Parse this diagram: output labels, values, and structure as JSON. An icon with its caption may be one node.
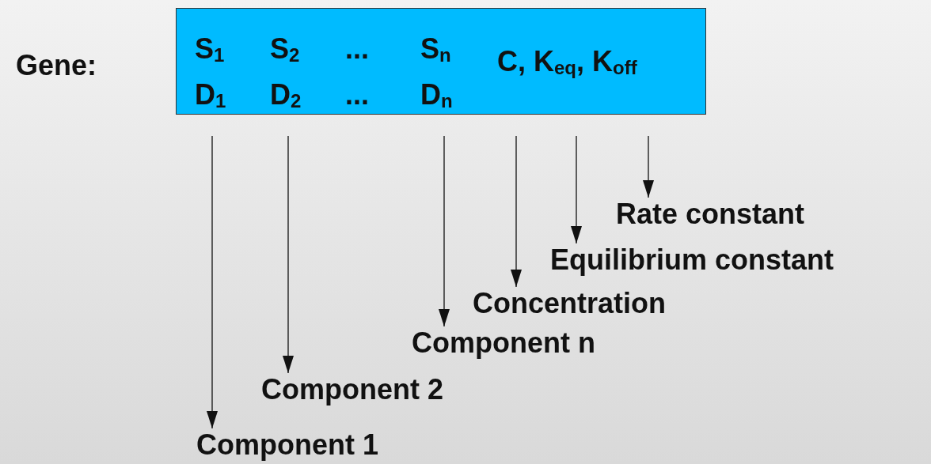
{
  "diagram": {
    "nodes": [
      {
        "text": [
          "S$_{1}$",
          "S$_{2}$",
          "...",
          "S$_{n}$",
          "C, K$_{eq}$, K$_{off}$",
          "D$_{1}$",
          "D$_{2}$",
          "...",
          "D$_{n}$"
        ],
        "beside": [
          "Gene:"
        ]
      },
      {
        "text": [
          "Rate constant"
        ]
      },
      {
        "text": [
          "Equilibrium constant"
        ]
      },
      {
        "text": [
          "Concentration"
        ]
      },
      {
        "text": [
          "Component n"
        ]
      },
      {
        "text": [
          "Component 2"
        ]
      },
      {
        "text": [
          "Component 1"
        ]
      }
    ],
    "edges": [
      {
        "from": null,
        "to": 6,
        "arrow": "to"
      },
      {
        "from": null,
        "to": 5,
        "arrow": "to"
      },
      {
        "from": null,
        "to": 4,
        "arrow": "to"
      },
      {
        "from": null,
        "to": 3,
        "arrow": "to"
      },
      {
        "from": null,
        "to": 2,
        "arrow": "to"
      },
      {
        "from": null,
        "to": 1,
        "arrow": "to"
      }
    ]
  }
}
